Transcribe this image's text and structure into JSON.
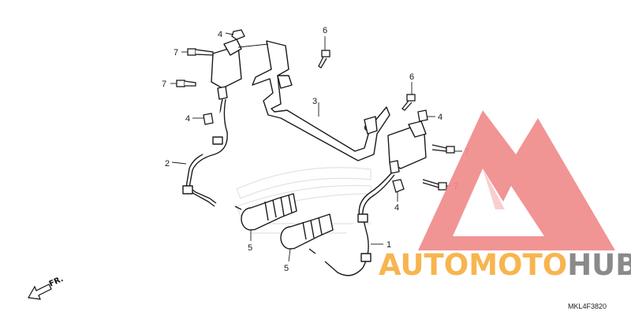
{
  "diagram": {
    "callouts": [
      {
        "id": "c4a",
        "text": "4"
      },
      {
        "id": "c7a",
        "text": "7"
      },
      {
        "id": "c7b",
        "text": "7"
      },
      {
        "id": "c4b",
        "text": "4"
      },
      {
        "id": "c2",
        "text": "2"
      },
      {
        "id": "c6a",
        "text": "6"
      },
      {
        "id": "c3",
        "text": "3"
      },
      {
        "id": "c6b",
        "text": "6"
      },
      {
        "id": "c4c",
        "text": "4"
      },
      {
        "id": "c7c",
        "text": "7"
      },
      {
        "id": "c7d",
        "text": "7"
      },
      {
        "id": "c4d",
        "text": "4"
      },
      {
        "id": "c1",
        "text": "1"
      },
      {
        "id": "c5a",
        "text": "5"
      },
      {
        "id": "c5b",
        "text": "5"
      }
    ],
    "direction_label": "FR.",
    "part_code": "MKL4F3820"
  },
  "watermark": {
    "word_part1": "AUTOMOTO",
    "word_part2": "HUB",
    "colors": {
      "logo_red": "#f08b8b",
      "logo_light": "#f6b3b3",
      "text_orange": "#f7b54f",
      "text_gray": "#8a8a8a"
    }
  }
}
